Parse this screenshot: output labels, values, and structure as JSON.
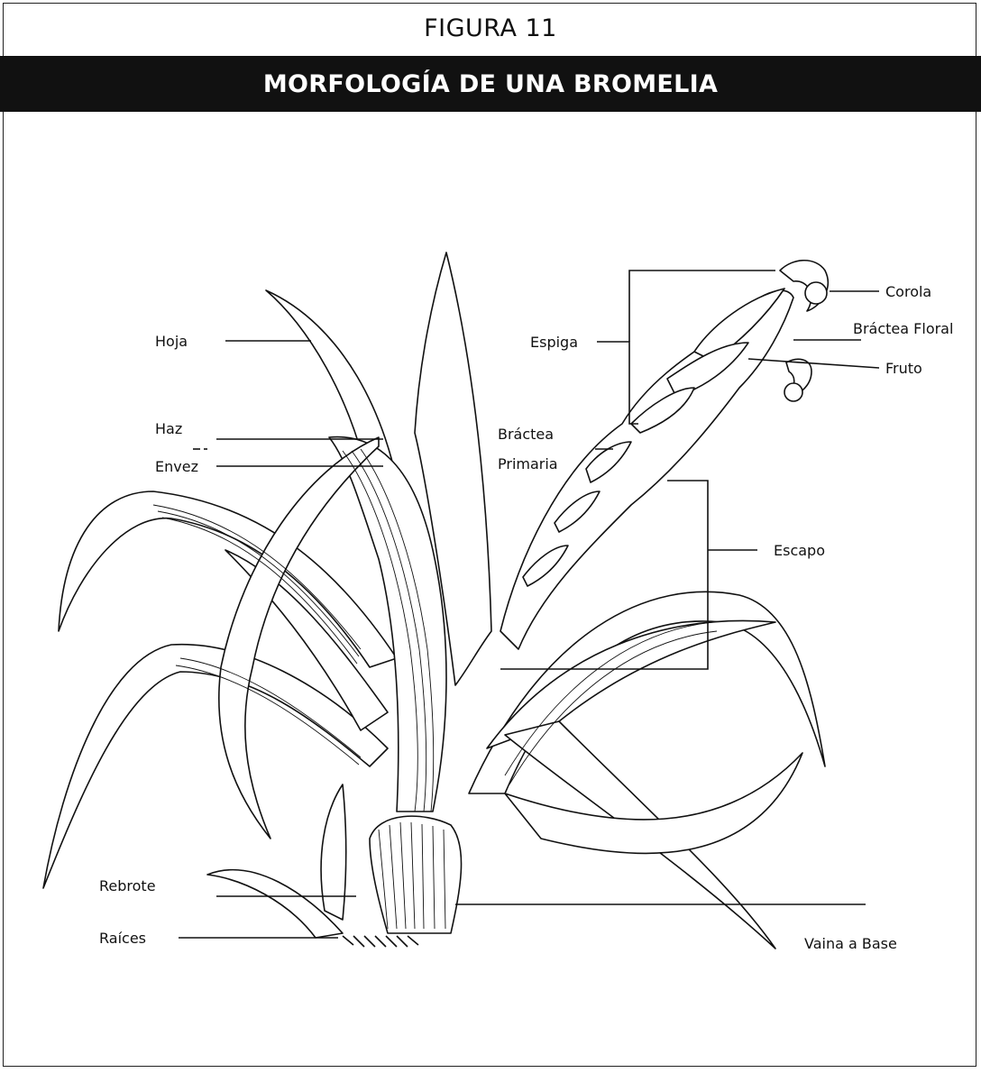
{
  "figure": {
    "number": "FIGURA 11",
    "title": "MORFOLOGÍA DE UNA BROMELIA"
  },
  "labels": {
    "hoja": "Hoja",
    "haz": "Haz",
    "envez": "Envez",
    "espiga": "Espiga",
    "bractea_primaria_1": "Bráctea",
    "bractea_primaria_2": "Primaria",
    "corola": "Corola",
    "bractea_floral": "Bráctea Floral",
    "fruto": "Fruto",
    "escapo": "Escapo",
    "rebrote": "Rebrote",
    "raices": "Raíces",
    "vaina_base": "Vaina a Base"
  },
  "colors": {
    "ink": "#111111",
    "paper": "#ffffff"
  }
}
